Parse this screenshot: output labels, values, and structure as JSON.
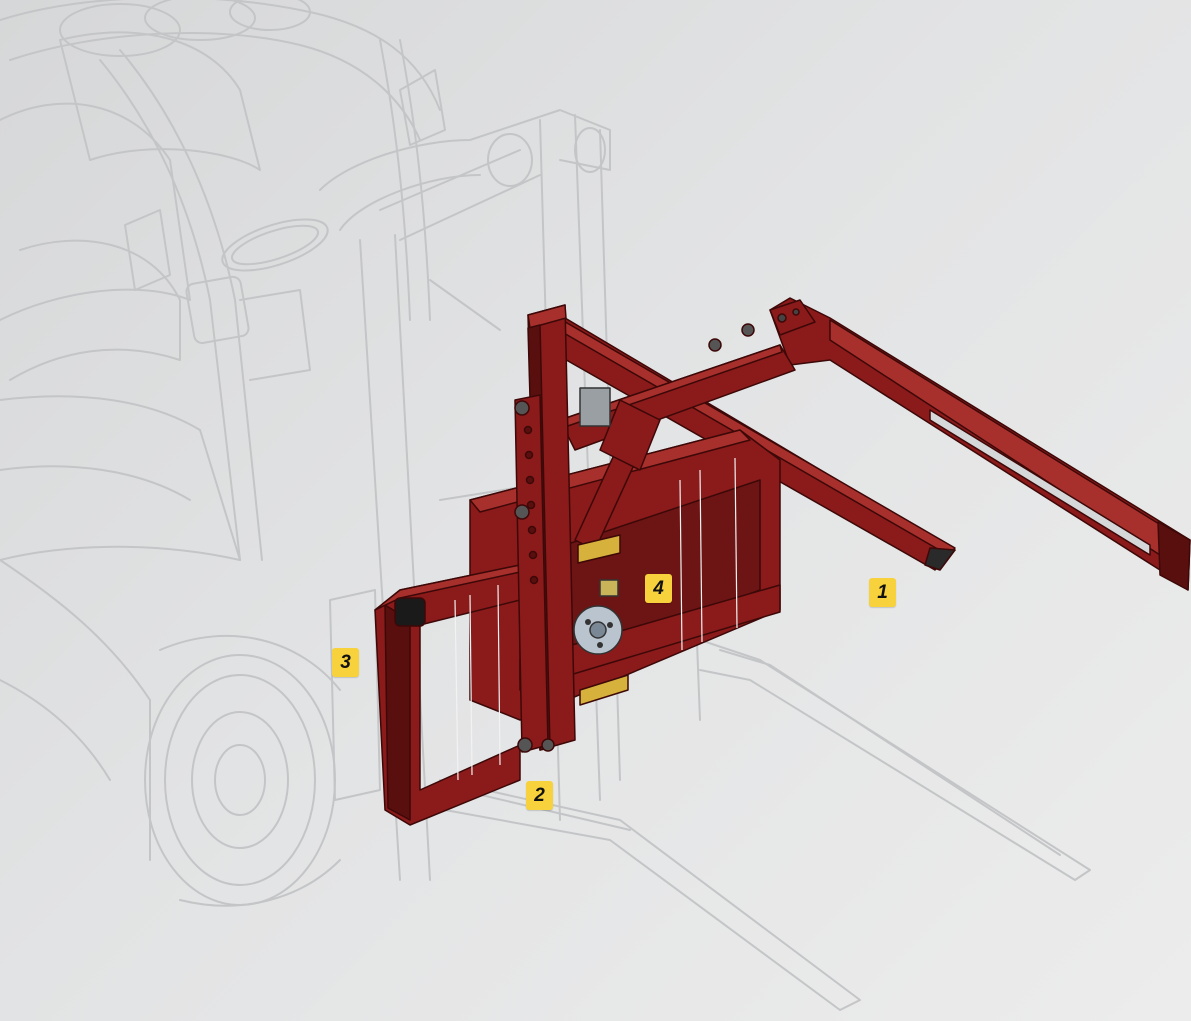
{
  "illustration": {
    "subject": "forklift-with-mounted-attachment-drawing",
    "colors": {
      "background": "#dedfe0",
      "outline_lines": "#c4c6c8",
      "attachment_fill": "#8b1a1a",
      "attachment_dark": "#5a0f0f",
      "attachment_light": "#a8302c",
      "callout_fill": "#f7d23c"
    }
  },
  "callouts": [
    {
      "id": "1",
      "label": "1"
    },
    {
      "id": "2",
      "label": "2"
    },
    {
      "id": "3",
      "label": "3"
    },
    {
      "id": "4",
      "label": "4"
    }
  ]
}
